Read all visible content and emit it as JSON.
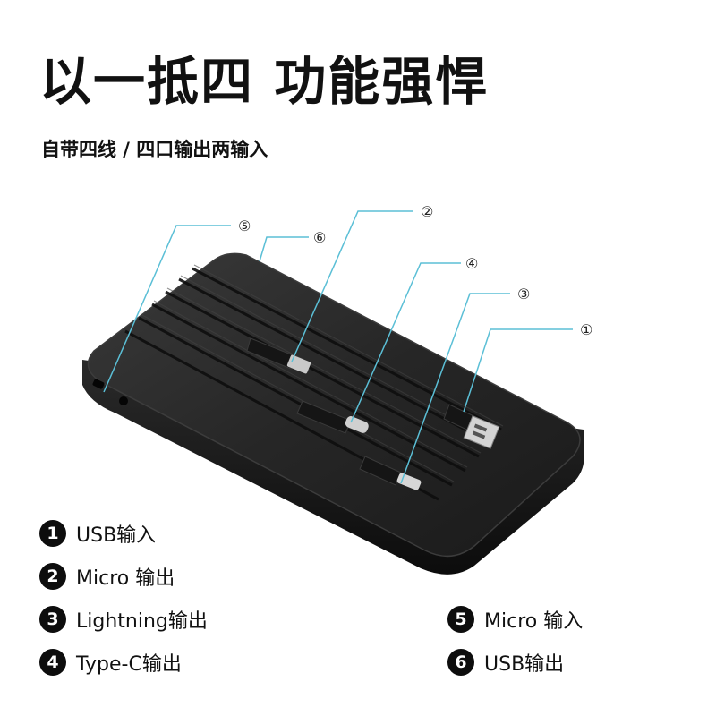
{
  "header": {
    "title": "以一抵四  功能强悍",
    "subtitle": "自带四线 / 四口输出两输入"
  },
  "callouts": [
    "①",
    "②",
    "③",
    "④",
    "⑤",
    "⑥"
  ],
  "legend": [
    {
      "num": "1",
      "label": "USB输入"
    },
    {
      "num": "2",
      "label": "Micro 输出"
    },
    {
      "num": "3",
      "label": "Lightning输出"
    },
    {
      "num": "4",
      "label": "Type-C输出"
    },
    {
      "num": "5",
      "label": "Micro 输入"
    },
    {
      "num": "6",
      "label": "USB输出"
    }
  ],
  "colors": {
    "leader_line": "#5bbfd6",
    "device_body": "#1c1c1c",
    "badge": "#0d0d0d"
  }
}
